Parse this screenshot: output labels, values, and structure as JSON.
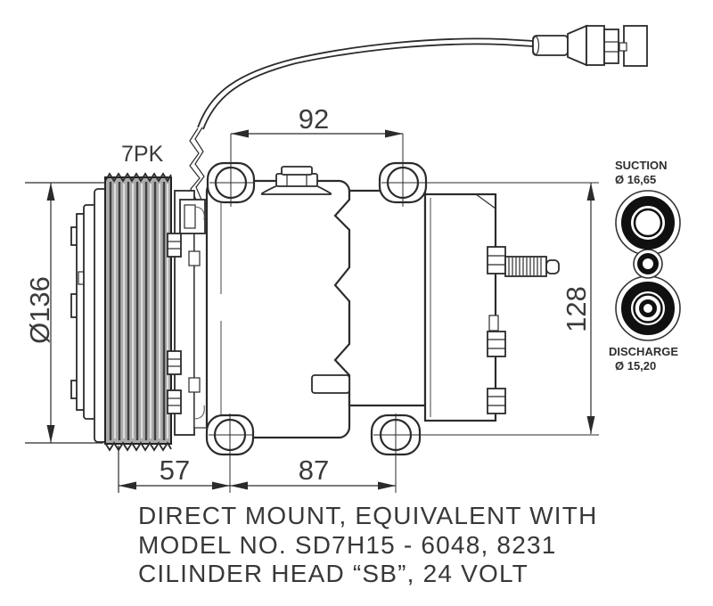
{
  "drawing": {
    "pulley_label": "7PK",
    "dimensions": {
      "pulley_diameter": "Ø136",
      "top_span": "92",
      "body_height": "128",
      "pulley_offset": "57",
      "mount_span": "87"
    },
    "ports": {
      "suction_label": "SUCTION",
      "suction_diameter": "Ø 16,65",
      "discharge_label": "DISCHARGE",
      "discharge_diameter": "Ø 15,20"
    },
    "notes": {
      "line1": "DIRECT MOUNT, EQUIVALENT WITH",
      "line2": "MODEL NO. SD7H15 - 6048, 8231",
      "line3": "CILINDER HEAD “SB”, 24 VOLT"
    },
    "colors": {
      "line": "#2b2b2b",
      "text": "#3b3b3b",
      "port_ring": "#101010",
      "pulley_shade": "#ababab"
    }
  }
}
